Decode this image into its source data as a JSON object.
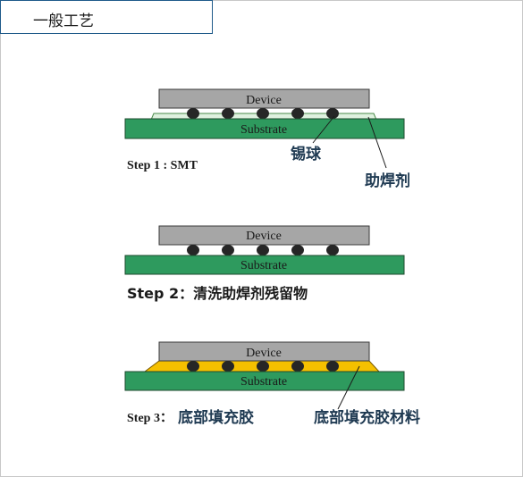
{
  "header": {
    "title": "一般工艺"
  },
  "diagram": {
    "device_label": "Device",
    "substrate_label": "Substrate",
    "step1": {
      "label": "Step 1 : SMT",
      "callout_ball": "锡球",
      "callout_flux": "助焊剂"
    },
    "step2": {
      "label": "Step 2：清洗助焊剂残留物"
    },
    "step3": {
      "label_prefix": "Step 3：",
      "label_text": "底部填充胶",
      "callout_underfill": "底部填充胶材料"
    }
  },
  "colors": {
    "device": "#a6a6a6",
    "substrate": "#2e9a5e",
    "flux": "#dff1df",
    "underfill": "#f5c000",
    "ball": "#262626",
    "title_border": "#1f5a8a"
  }
}
